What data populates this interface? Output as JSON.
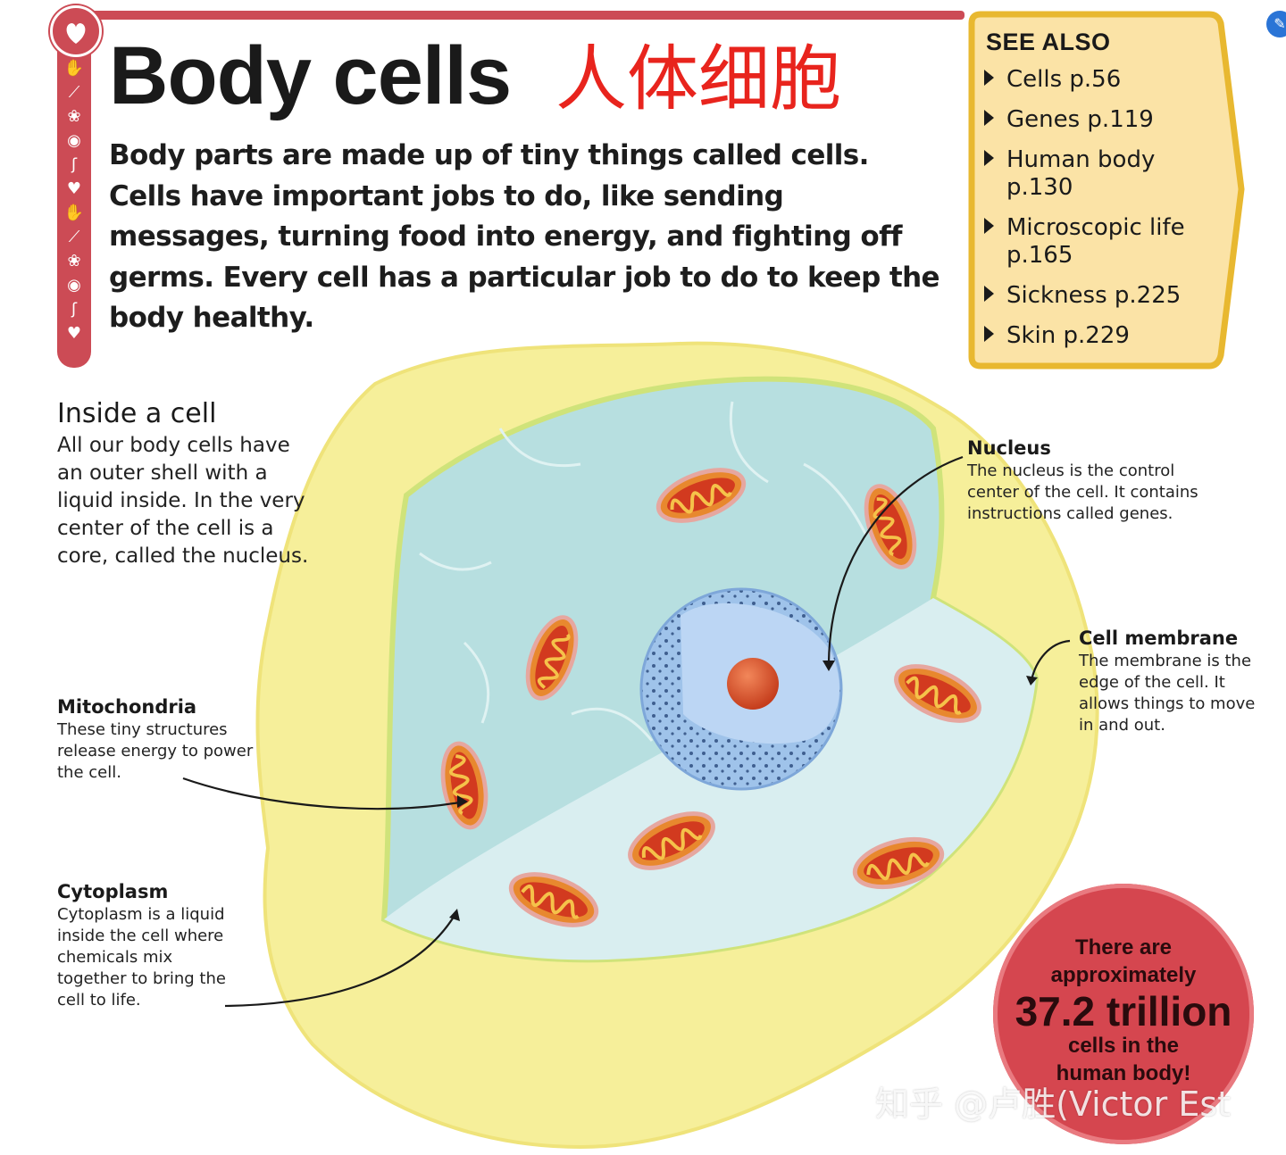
{
  "header": {
    "title_en": "Body cells",
    "title_zh": "人体细胞",
    "intro": "Body parts are made up of tiny things called cells. Cells have important jobs to do, like sending messages, turning food into energy, and fighting off germs. Every cell has a particular job to do to keep the body healthy."
  },
  "side_tab": {
    "icons": [
      "heart-icon",
      "hand-icon",
      "bone-icon",
      "brain-icon",
      "eye-icon",
      "ear-icon",
      "heart-icon",
      "hand-icon",
      "bone-icon",
      "brain-icon",
      "eye-icon",
      "ear-icon",
      "heart-icon"
    ]
  },
  "see_also": {
    "title": "SEE ALSO",
    "items": [
      {
        "line1": "Cells p.56",
        "line2": ""
      },
      {
        "line1": "Genes p.119",
        "line2": ""
      },
      {
        "line1": "Human body",
        "line2": "p.130"
      },
      {
        "line1": "Microscopic life",
        "line2": "p.165"
      },
      {
        "line1": "Sickness p.225",
        "line2": ""
      },
      {
        "line1": "Skin p.229",
        "line2": ""
      }
    ]
  },
  "inside_cell": {
    "title": "Inside a cell",
    "text": "All our body cells have an outer shell with a liquid inside. In the very center of the cell is a core, called the nucleus."
  },
  "labels": {
    "nucleus": {
      "title": "Nucleus",
      "text": "The nucleus is the control center of the cell. It contains instructions called genes."
    },
    "membrane": {
      "title": "Cell membrane",
      "text": "The membrane is the edge of the cell. It allows things to move in and out."
    },
    "mitochondria": {
      "title": "Mitochondria",
      "text": "These tiny structures release energy to power the cell."
    },
    "cytoplasm": {
      "title": "Cytoplasm",
      "text": "Cytoplasm is a liquid inside the cell where chemicals mix together to bring the cell to life."
    }
  },
  "fact": {
    "line1": "There are",
    "line2": "approximately",
    "big": "37.2 trillion",
    "line3": "cells in the",
    "line4": "human body!"
  },
  "watermark": "知乎 @卢胜(Victor Est",
  "colors": {
    "accent_red": "#cc4b55",
    "title_zh_red": "#e8241d",
    "see_also_fill": "#fbe3a6",
    "see_also_border": "#e8b830",
    "cell_outer": "#f6ef9a",
    "cytoplasm": "#b7dfe0",
    "nucleus": "#8db4e2",
    "nucleolus": "#d9532a",
    "mitochondria": "#e8882e"
  }
}
